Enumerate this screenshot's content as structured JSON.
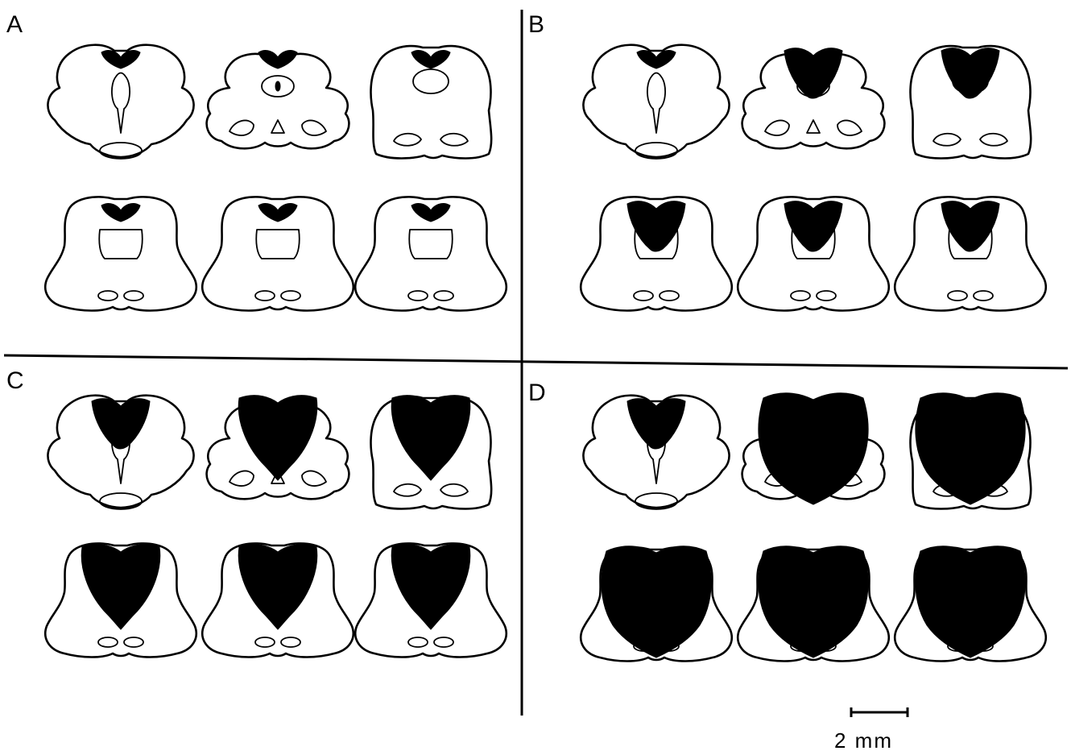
{
  "panels": [
    {
      "label": "A",
      "rows": [
        [
          {
            "kind": "medulla",
            "lesion": 1
          },
          {
            "kind": "pons",
            "lesion": 1
          },
          {
            "kind": "midbrain",
            "lesion": 1
          }
        ],
        [
          {
            "kind": "diencephalon",
            "lesion": 1
          },
          {
            "kind": "diencephalon",
            "lesion": 1
          },
          {
            "kind": "diencephalon",
            "lesion": 1
          }
        ]
      ]
    },
    {
      "label": "B",
      "rows": [
        [
          {
            "kind": "medulla",
            "lesion": 1
          },
          {
            "kind": "pons",
            "lesion": 2
          },
          {
            "kind": "midbrain",
            "lesion": 2
          }
        ],
        [
          {
            "kind": "diencephalon",
            "lesion": 2
          },
          {
            "kind": "diencephalon",
            "lesion": 2
          },
          {
            "kind": "diencephalon",
            "lesion": 2
          }
        ]
      ]
    },
    {
      "label": "C",
      "rows": [
        [
          {
            "kind": "medulla",
            "lesion": 2
          },
          {
            "kind": "pons",
            "lesion": 3
          },
          {
            "kind": "midbrain",
            "lesion": 3
          }
        ],
        [
          {
            "kind": "diencephalon",
            "lesion": 3
          },
          {
            "kind": "diencephalon",
            "lesion": 3
          },
          {
            "kind": "diencephalon",
            "lesion": 3
          }
        ]
      ]
    },
    {
      "label": "D",
      "rows": [
        [
          {
            "kind": "medulla",
            "lesion": 2
          },
          {
            "kind": "pons",
            "lesion": 4
          },
          {
            "kind": "midbrain",
            "lesion": 4
          }
        ],
        [
          {
            "kind": "diencephalon",
            "lesion": 4
          },
          {
            "kind": "diencephalon",
            "lesion": 4
          },
          {
            "kind": "diencephalon",
            "lesion": 4
          }
        ]
      ]
    }
  ],
  "scale_bar": {
    "label": "2 mm"
  }
}
